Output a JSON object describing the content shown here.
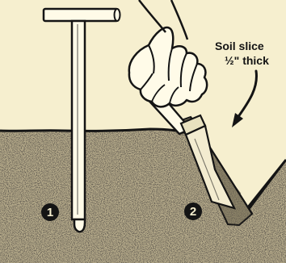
{
  "illustration": {
    "caption_line1": "Soil slice",
    "caption_line2": "½\" thick",
    "marker_1": "1",
    "marker_2": "2",
    "palette": {
      "background": "#f6efcf",
      "soil": "#b8ad8c",
      "soil_dark": "#2c2820",
      "ink": "#141414",
      "highlight": "#fffbe8"
    },
    "elements": [
      "soil-probe",
      "spade",
      "hand",
      "soil-cross-section",
      "v-trench",
      "soil-slice"
    ]
  }
}
